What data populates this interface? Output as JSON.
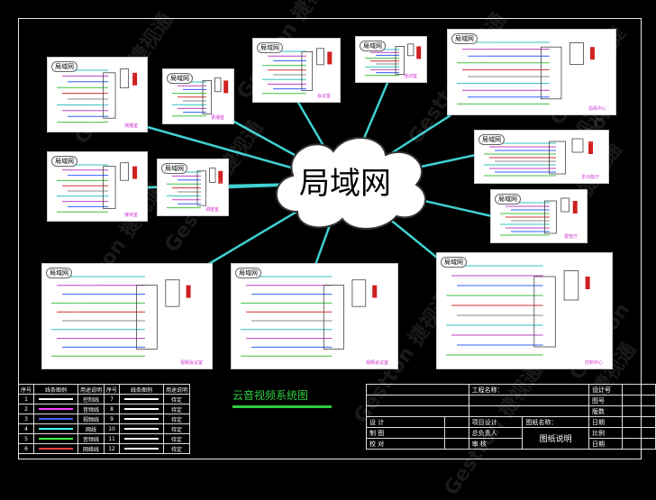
{
  "center": {
    "label": "局域网"
  },
  "nodes": [
    {
      "id": "n1",
      "header": "局域网",
      "caption": "演播室"
    },
    {
      "id": "n2",
      "header": "局域网",
      "caption": "录播室"
    },
    {
      "id": "n3",
      "header": "局域网",
      "caption": "会议室"
    },
    {
      "id": "n4",
      "header": "局域网",
      "caption": "培训室"
    },
    {
      "id": "n5",
      "header": "局域网",
      "caption": "指挥中心"
    },
    {
      "id": "n6",
      "header": "局域网",
      "caption": "多功能厅"
    },
    {
      "id": "n7",
      "header": "局域网",
      "caption": "报告厅"
    },
    {
      "id": "n8",
      "header": "局域网",
      "caption": "接待室"
    },
    {
      "id": "n9",
      "header": "局域网",
      "caption": "调度室"
    },
    {
      "id": "n10",
      "header": "局域网",
      "caption": "视频会议室"
    },
    {
      "id": "n11",
      "header": "局域网",
      "caption": "视频会议室"
    },
    {
      "id": "n12",
      "header": "局域网",
      "caption": "控制中心"
    }
  ],
  "diagram_title": "云音视频系统图",
  "legend": {
    "headers": [
      "序号",
      "线条图例",
      "用途说明",
      "序号",
      "线条图例",
      "用途说明"
    ],
    "rows": [
      {
        "n1": "1",
        "color1": "#ffffff",
        "desc1": "控制线",
        "n2": "7",
        "color2": "#ffffff",
        "desc2": "待定"
      },
      {
        "n1": "2",
        "color1": "#ff40ff",
        "desc1": "音频线",
        "n2": "8",
        "color2": "#ffffff",
        "desc2": "待定"
      },
      {
        "n1": "3",
        "color1": "#4060ff",
        "desc1": "视频线",
        "n2": "9",
        "color2": "#ffffff",
        "desc2": "待定"
      },
      {
        "n1": "4",
        "color1": "#40ffff",
        "desc1": "网线",
        "n2": "10",
        "color2": "#ffffff",
        "desc2": "待定"
      },
      {
        "n1": "5",
        "color1": "#40ff40",
        "desc1": "音频线",
        "n2": "11",
        "color2": "#ffffff",
        "desc2": "待定"
      },
      {
        "n1": "6",
        "color1": "#ff4040",
        "desc1": "网络线",
        "n2": "12",
        "color2": "#ffffff",
        "desc2": "待定"
      }
    ]
  },
  "title_block": {
    "project_label": "工程名称：",
    "design_no_label": "设计号",
    "drawing_no_label": "图号",
    "version_label": "版数",
    "date_label": "日期",
    "ratio_label": "比例",
    "date2_label": "日期",
    "design": "设 计",
    "project_design": "项目设计",
    "draw": "制 图",
    "principal": "总负责人",
    "check": "校 对",
    "review": "审 核",
    "drawing_name_label": "图纸名称：",
    "drawing_name": "图纸说明"
  },
  "watermark": "Gestton 捷视通"
}
